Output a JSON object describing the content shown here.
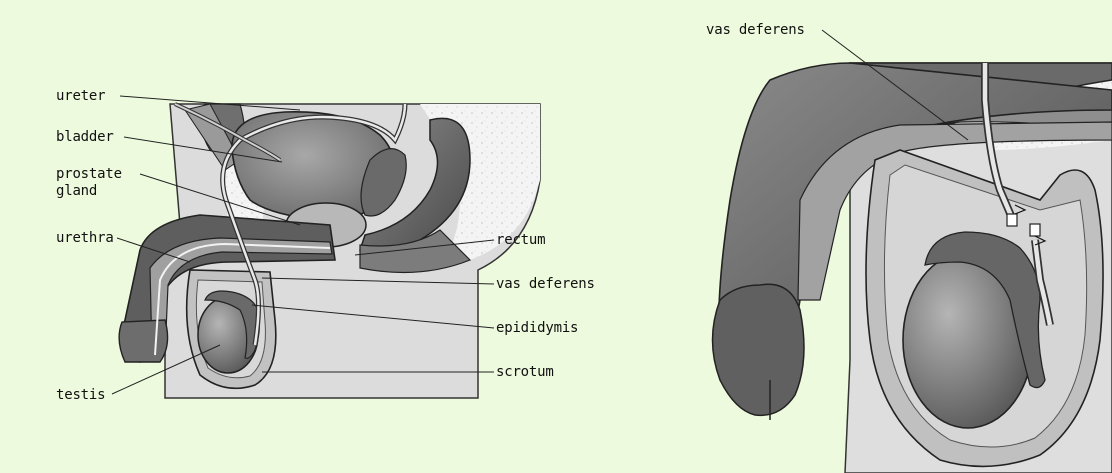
{
  "left_panel": {
    "labels": {
      "ureter": "ureter",
      "bladder": "bladder",
      "prostate_line1": "prostate",
      "prostate_line2": "gland",
      "urethra": "urethra",
      "testis": "testis",
      "rectum": "rectum",
      "vas_deferens": "vas deferens",
      "epididymis": "epididymis",
      "scrotum": "scrotum"
    }
  },
  "right_panel": {
    "labels": {
      "vas_deferens": "vas deferens"
    }
  }
}
